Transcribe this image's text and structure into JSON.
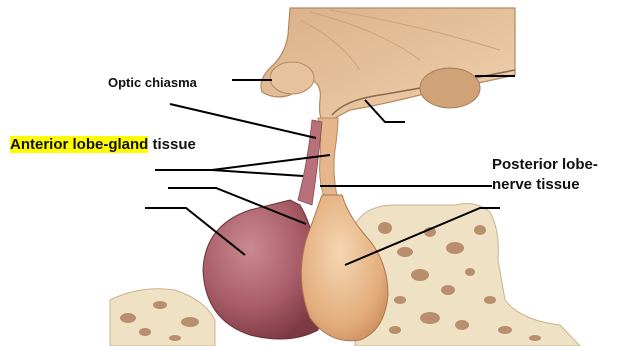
{
  "labels": {
    "optic_chiasma": "Optic chiasma",
    "anterior_highlighted": "Anterior lobe-gland",
    "anterior_rest": " tissue",
    "posterior_line1": "Posterior lobe-",
    "posterior_line2": "nerve tissue"
  },
  "colors": {
    "highlight": "#ffff00",
    "anterior_lobe": "#b0646e",
    "posterior_lobe": "#e8b888",
    "brain_tissue": "#e2bd94",
    "bone": "#efe2c4",
    "bone_pores": "#b88e6c",
    "leader_lines": "#000000"
  }
}
